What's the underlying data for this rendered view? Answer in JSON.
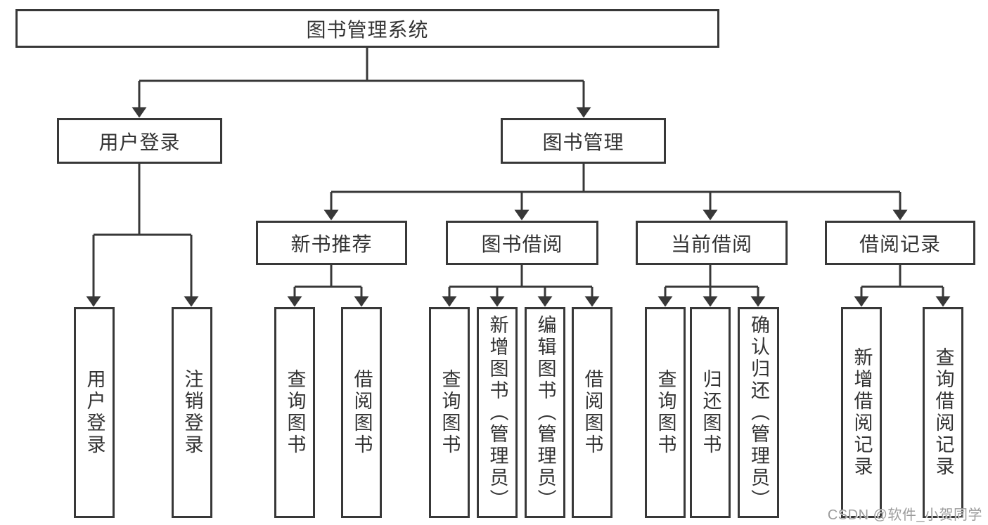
{
  "diagram": {
    "type": "tree-diagram",
    "title": "图书管理系统",
    "watermark": "CSDN @软件_小贺同学",
    "colors": {
      "line": "#383838",
      "box_border": "#383838",
      "text": "#333333",
      "background": "#ffffff",
      "watermark": "#9c9c9c"
    },
    "nodes": {
      "root": {
        "label": "图书管理系统"
      },
      "user_login": {
        "label": "用户登录"
      },
      "book_management": {
        "label": "图书管理"
      },
      "new_book_recommend": {
        "label": "新书推荐"
      },
      "book_borrow": {
        "label": "图书借阅"
      },
      "current_borrow": {
        "label": "当前借阅"
      },
      "borrow_records": {
        "label": "借阅记录"
      },
      "leaf_user_login": {
        "label": "用户登录"
      },
      "leaf_logout": {
        "label": "注销登录"
      },
      "leaf_query_book_a": {
        "label": "查询图书"
      },
      "leaf_borrow_book_a": {
        "label": "借阅图书"
      },
      "leaf_query_book_b": {
        "label": "查询图书"
      },
      "leaf_add_book_admin": {
        "label": "新增图书（管理员）"
      },
      "leaf_edit_book_admin": {
        "label": "编辑图书（管理员）"
      },
      "leaf_borrow_book_b": {
        "label": "借阅图书"
      },
      "leaf_query_book_c": {
        "label": "查询图书"
      },
      "leaf_return_book": {
        "label": "归还图书"
      },
      "leaf_confirm_return_admin": {
        "label": "确认归还（管理员）"
      },
      "leaf_add_borrow_record": {
        "label": "新增借阅记录"
      },
      "leaf_query_borrow_record": {
        "label": "查询借阅记录"
      }
    },
    "edges": [
      {
        "from": "root",
        "to": "user_login"
      },
      {
        "from": "root",
        "to": "book_management"
      },
      {
        "from": "user_login",
        "to": "leaf_user_login"
      },
      {
        "from": "user_login",
        "to": "leaf_logout"
      },
      {
        "from": "book_management",
        "to": "new_book_recommend"
      },
      {
        "from": "book_management",
        "to": "book_borrow"
      },
      {
        "from": "book_management",
        "to": "current_borrow"
      },
      {
        "from": "book_management",
        "to": "borrow_records"
      },
      {
        "from": "new_book_recommend",
        "to": "leaf_query_book_a"
      },
      {
        "from": "new_book_recommend",
        "to": "leaf_borrow_book_a"
      },
      {
        "from": "book_borrow",
        "to": "leaf_query_book_b"
      },
      {
        "from": "book_borrow",
        "to": "leaf_add_book_admin"
      },
      {
        "from": "book_borrow",
        "to": "leaf_edit_book_admin"
      },
      {
        "from": "book_borrow",
        "to": "leaf_borrow_book_b"
      },
      {
        "from": "current_borrow",
        "to": "leaf_query_book_c"
      },
      {
        "from": "current_borrow",
        "to": "leaf_return_book"
      },
      {
        "from": "current_borrow",
        "to": "leaf_confirm_return_admin"
      },
      {
        "from": "borrow_records",
        "to": "leaf_add_borrow_record"
      },
      {
        "from": "borrow_records",
        "to": "leaf_query_borrow_record"
      }
    ]
  }
}
